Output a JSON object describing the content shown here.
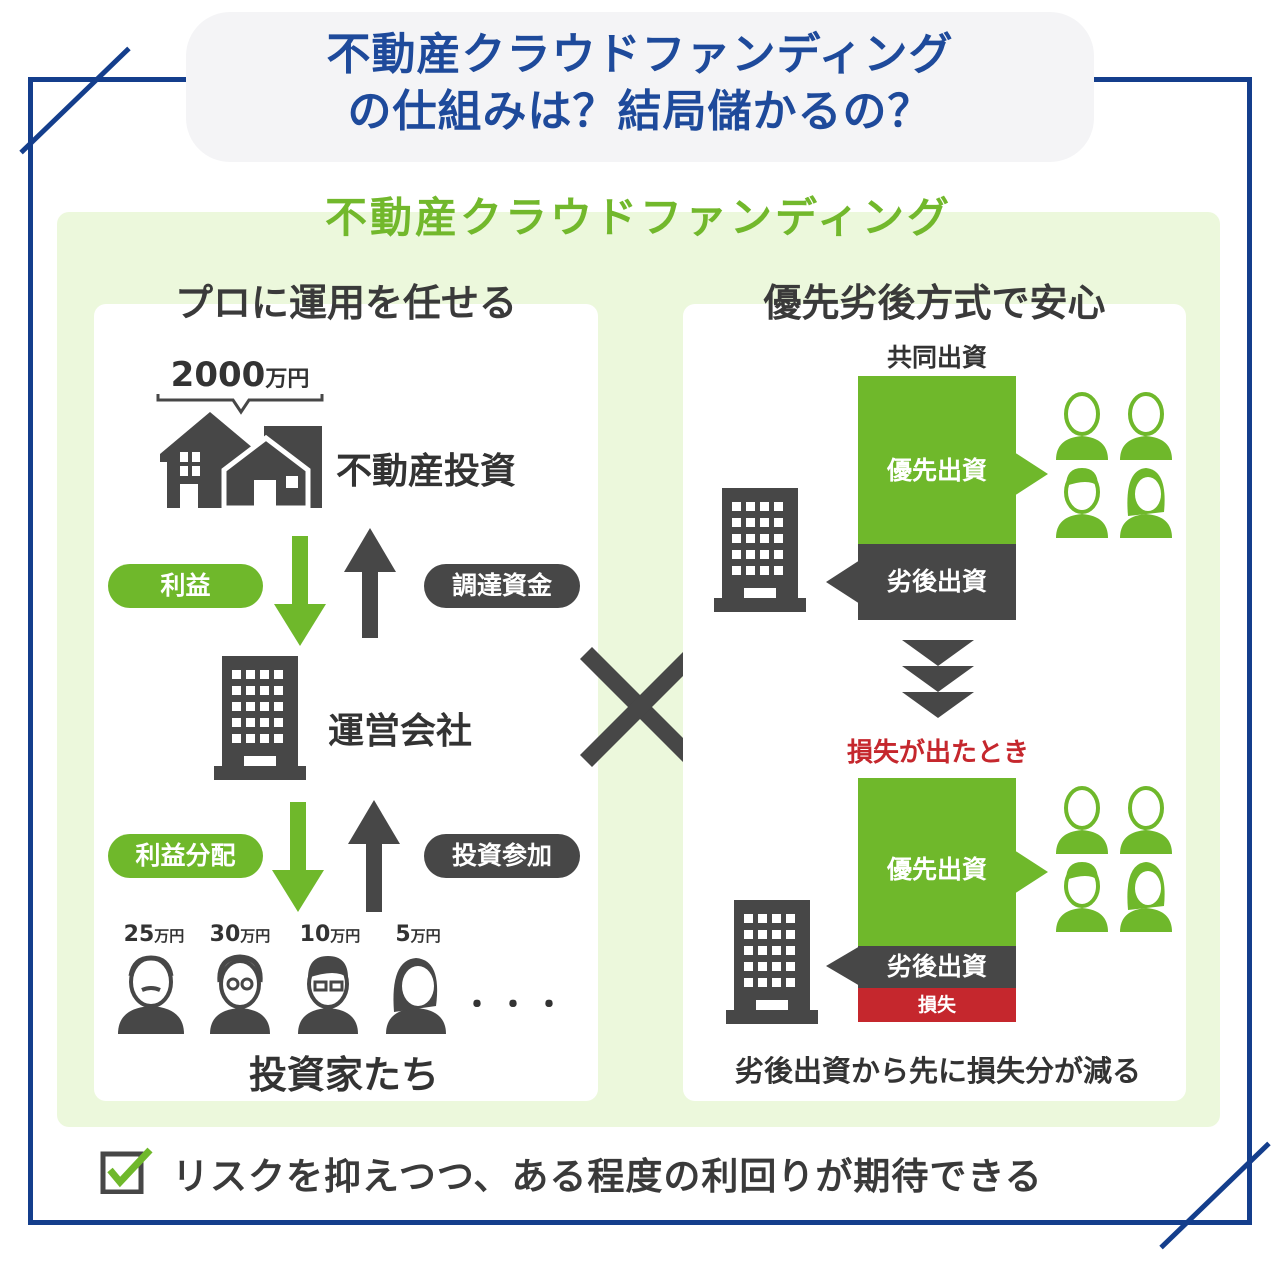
{
  "title": {
    "line1": "不動産クラウドファンディング",
    "line2": "の仕組みは？結局儲かるの？"
  },
  "panel_title": "不動産クラウドファンディング",
  "left": {
    "heading": "プロに運用を任せる",
    "property_price": "2000",
    "property_price_unit": "万円",
    "property_label": "不動産投資",
    "profit_label": "利益",
    "funding_label": "調達資金",
    "company_label": "運営会社",
    "distribution_label": "利益分配",
    "investment_label": "投資参加",
    "investor_amounts": [
      {
        "value": "25",
        "unit": "万円"
      },
      {
        "value": "30",
        "unit": "万円"
      },
      {
        "value": "10",
        "unit": "万円"
      },
      {
        "value": "5",
        "unit": "万円"
      }
    ],
    "ellipsis": "・・・",
    "investors_label": "投資家たち"
  },
  "cross": "×",
  "right": {
    "heading": "優先劣後方式で安心",
    "joint_label": "共同出資",
    "priority_label": "優先出資",
    "subordinate_label": "劣後出資",
    "loss_event": "損失が出たとき",
    "priority_label_2": "優先出資",
    "subordinate_label_2": "劣後出資",
    "loss_label": "損失",
    "caption": "劣後出資から先に損失分が減る"
  },
  "bottom_text": "リスクを抑えつつ、ある程度の利回りが期待できる",
  "colors": {
    "navy": "#143e8c",
    "green": "#6fb82b",
    "dark": "#474747",
    "red": "#c5272d",
    "panel": "#ecf8dc"
  }
}
